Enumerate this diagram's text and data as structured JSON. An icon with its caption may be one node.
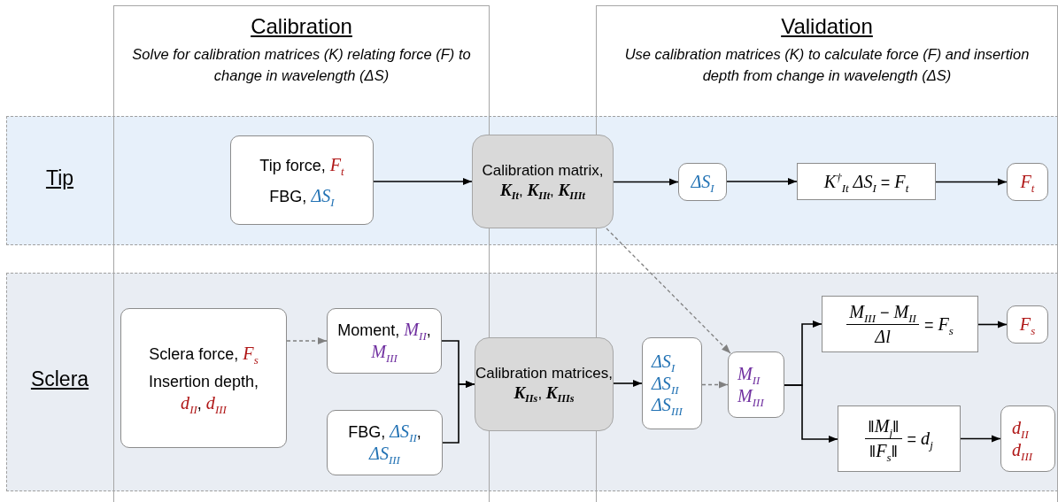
{
  "diagram": {
    "nodes": [
      {
        "text": [
          "Tip force, *F*$_{t}$",
          "FBG, *ΔS*$_{I}$"
        ]
      },
      {
        "text": [
          "Calibration matrix, *K*$_{It}$, *K*$_{IIt}$, *K*$_{IIIt}$"
        ]
      },
      {
        "text": [
          "*ΔS*$_{I}$"
        ]
      },
      {
        "text": [
          "*K*$^{†}$$_{It}$ *ΔS*$_{I}$ = *F*$_{t}$"
        ]
      },
      {
        "text": [
          "*F*$_{t}$"
        ]
      },
      {
        "text": [
          "Sclera force, *F*$_{s}$",
          "Insertion depth, *d*$_{II}$, *d*$_{III}$"
        ]
      },
      {
        "text": [
          "Moment, *M*$_{II}$, *M*$_{III}$"
        ]
      },
      {
        "text": [
          "FBG, *ΔS*$_{II}$, *ΔS*$_{III}$"
        ]
      },
      {
        "text": [
          "Calibration matrices, *K*$_{IIs}$, *K*$_{IIIs}$"
        ]
      },
      {
        "text": [
          "*ΔS*$_{I}$ *ΔS*$_{II}$ *ΔS*$_{III}$"
        ]
      },
      {
        "text": [
          "*M*$_{II}$ *M*$_{III}$"
        ]
      },
      {
        "text": [
          "*M*$_{III}$ − *M*$_{II}$",
          "*Δl*",
          "= *F*$_{s}$"
        ]
      },
      {
        "text": [
          "*F*$_{s}$"
        ]
      },
      {
        "text": [
          "‖*M*$_{j}$‖",
          "‖*F*$_{s}$‖",
          "= *d*$_{j}$"
        ]
      },
      {
        "text": [
          "*d*$_{II}$ *d*$_{III}$"
        ]
      }
    ],
    "edges": [
      {
        "from": 0,
        "to": 1,
        "arrow": "to"
      },
      {
        "from": 1,
        "to": 2,
        "arrow": "to"
      },
      {
        "from": 2,
        "to": 3,
        "arrow": "to"
      },
      {
        "from": 3,
        "to": 4,
        "arrow": "to"
      },
      {
        "from": 1,
        "to": 10,
        "arrow": "to",
        "style": "dashed",
        "color": "#808080"
      },
      {
        "from": 5,
        "to": 6,
        "arrow": "to",
        "style": "dashed",
        "color": "#808080"
      },
      {
        "from": 6,
        "to": 8,
        "arrow": "to"
      },
      {
        "from": 7,
        "to": 8,
        "arrow": "to"
      },
      {
        "from": 8,
        "to": 9,
        "arrow": "to"
      },
      {
        "from": 9,
        "to": 10,
        "arrow": "to",
        "style": "dashed",
        "color": "#808080"
      },
      {
        "from": 10,
        "to": 11,
        "arrow": "to"
      },
      {
        "from": 10,
        "to": 13,
        "arrow": "to"
      },
      {
        "from": 11,
        "to": 12,
        "arrow": "to"
      },
      {
        "from": 13,
        "to": 14,
        "arrow": "to"
      }
    ],
    "labels": [
      "Calibration",
      "Solve for calibration matrices (K) relating force (F) to change in wavelength (ΔS)",
      "Validation",
      "Use calibration matrices (K) to calculate force (F) and insertion depth from change in wavelength (ΔS)",
      "Tip",
      "Sclera"
    ]
  }
}
